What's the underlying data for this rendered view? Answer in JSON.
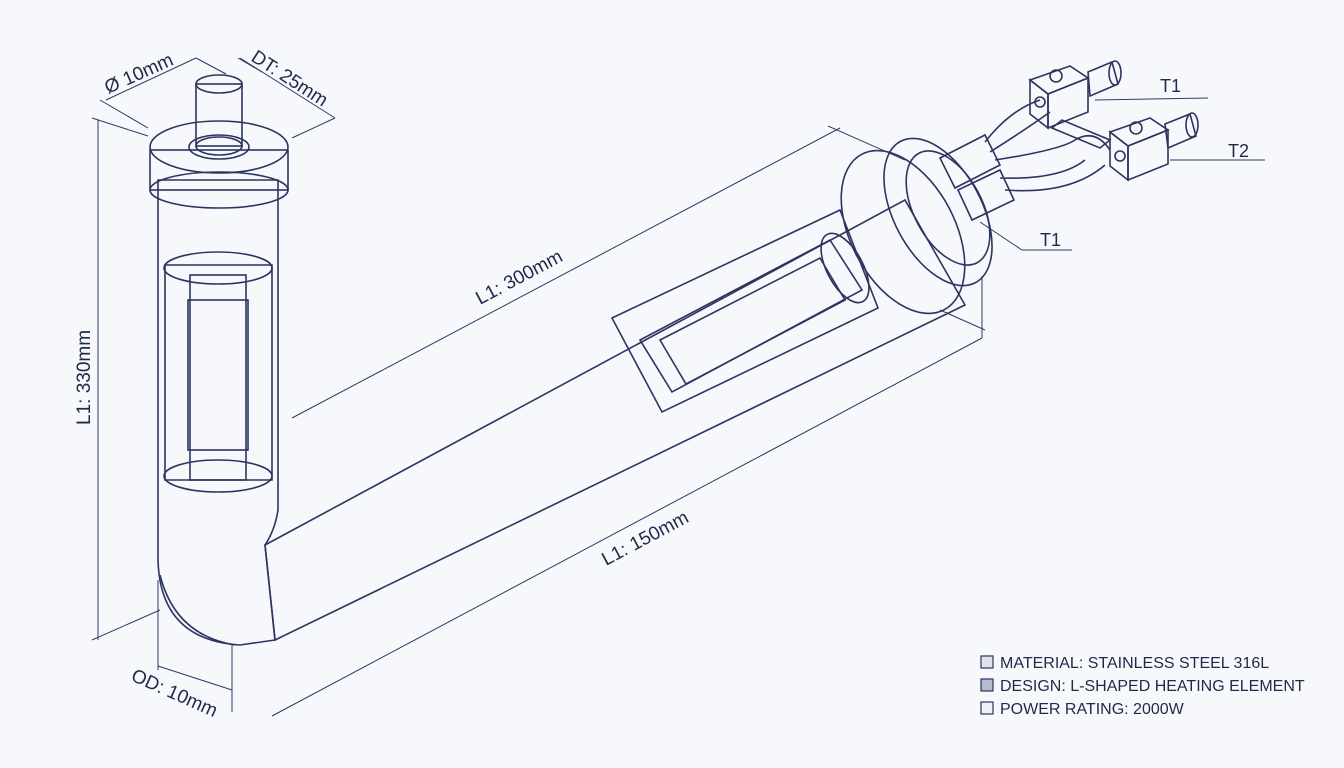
{
  "dimensions": {
    "cap_diameter": "Ø 10mm",
    "flange_diameter": "DT: 25mm",
    "vertical_length": "L1: 330mm",
    "upper_length": "L1: 300mm",
    "lower_length": "L1: 150mm",
    "outer_diameter": "OD: 10mm"
  },
  "terminals": {
    "t1_upper": "T1",
    "t2": "T2",
    "t1_lower": "T1"
  },
  "specs": {
    "material": "MATERIAL: STAINLESS STEEL 316L",
    "design": "DESIGN: L-SHAPED HEATING ELEMENT",
    "power": "POWER RATING: 2000W"
  },
  "colors": {
    "line": "#2c3560",
    "metal_light": "#f2f4fa",
    "metal_mid": "#c6cce0",
    "metal_dark": "#7f87a8",
    "background": "#f7f8fb"
  }
}
